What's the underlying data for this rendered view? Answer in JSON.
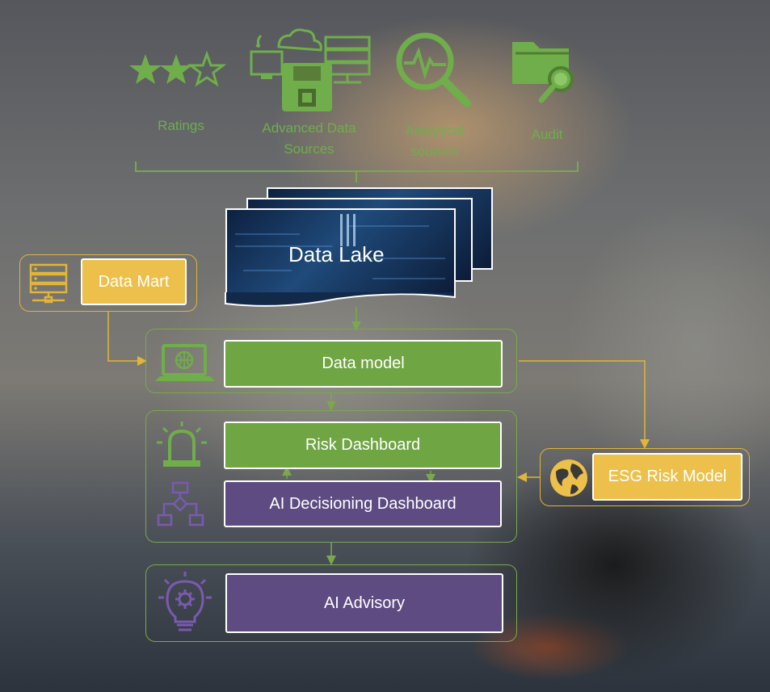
{
  "sources": [
    {
      "label": "Ratings",
      "icon": "three-stars-icon"
    },
    {
      "label": "Advanced Data\nSources",
      "icon": "cloud-monitor-floppy-server-icon"
    },
    {
      "label": "Analytical\nsources",
      "icon": "magnifier-pulse-icon"
    },
    {
      "label": "Audit",
      "icon": "folder-search-icon"
    }
  ],
  "data_lake": {
    "label": "Data Lake"
  },
  "data_mart": {
    "label": "Data Mart",
    "icon": "server-icon"
  },
  "data_model": {
    "label": "Data model",
    "icon": "laptop-globe-icon"
  },
  "risk_dashboard": {
    "label": "Risk Dashboard",
    "icon": "alarm-light-icon"
  },
  "ai_decisioning": {
    "label": "AI Decisioning Dashboard",
    "icon": "flowchart-icon"
  },
  "esg_model": {
    "label": "ESG Risk Model",
    "icon": "globe-icon"
  },
  "ai_advisory": {
    "label": "AI Advisory",
    "icon": "lightbulb-gear-icon"
  },
  "colors": {
    "green": "#6fa543",
    "purple": "#5e4b82",
    "gold": "#ecc04a",
    "line_green": "#7aa84c",
    "line_gold": "#e0b53a",
    "icon_green": "#6fae4a",
    "icon_purple": "#7a5ab0"
  }
}
